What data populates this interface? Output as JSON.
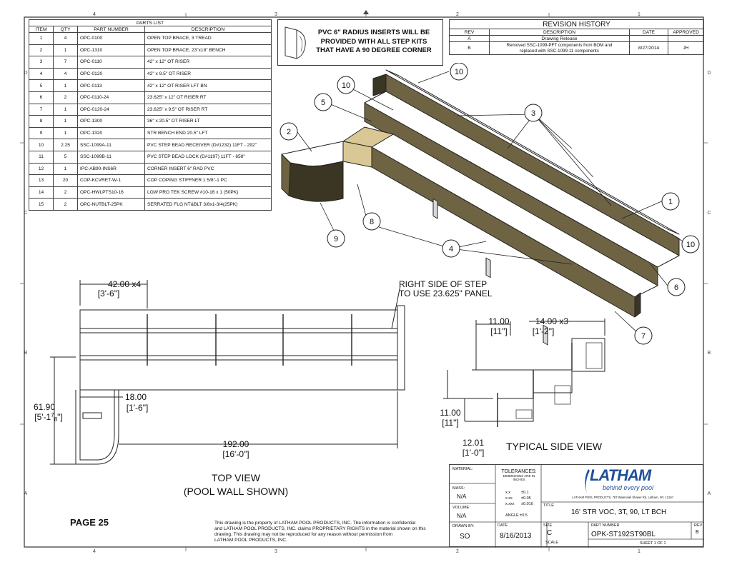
{
  "parts_list": {
    "title": "PARTS LIST",
    "headers": [
      "ITEM",
      "QTY",
      "PART NUMBER",
      "DESCRIPTION"
    ],
    "rows": [
      [
        "1",
        "4",
        "OPC-0100",
        "OPEN TOP BRACE, 3 TREAD"
      ],
      [
        "2",
        "1",
        "OPC-1310",
        "OPEN TOP BRACE, 23\"x18\" BENCH"
      ],
      [
        "3",
        "7",
        "OPC-0110",
        "42\" x 12\" OT RISER"
      ],
      [
        "4",
        "4",
        "OPC-0120",
        "42\" x 9.5\" OT RISER"
      ],
      [
        "5",
        "1",
        "OPC-0113",
        "42\" x 12\" OT RISER LFT BN"
      ],
      [
        "6",
        "2",
        "OPC-0110-24",
        "23.625\" x 12\" OT RISER RT"
      ],
      [
        "7",
        "1",
        "OPC-0120-24",
        "23.625\" x 9.5\" OT RISER RT"
      ],
      [
        "8",
        "1",
        "OPC-1300",
        "36\" x 20.5\" OT RISER LT"
      ],
      [
        "9",
        "1",
        "OPC-1320",
        "STR BENCH END 20.5\" LFT"
      ],
      [
        "10",
        "2.25",
        "SSC-1099A-11",
        "PVC STEP BEAD RECEIVER (D#1232) 11FT - 292\""
      ],
      [
        "11",
        "5",
        "SSC-1099B-11",
        "PVC STEP BEAD LOCK (D#1197) 11FT - 658\""
      ],
      [
        "12",
        "1",
        "IPC-AB90-INS6R",
        "CORNER INSERT 6\" RAD PVC"
      ],
      [
        "13",
        "20",
        "COP-KCVRET-W-1",
        "COP COPING STIFFNER 1 5/8\"-1 PC"
      ],
      [
        "14",
        "2",
        "OPC-HWLPTS10-16",
        "LOW PRO TEK SCREW #10-16 x 1 (50PK)"
      ],
      [
        "15",
        "2",
        "OPC-NUTBLT-25PK",
        "SERRATED FLG NT&BLT 3/8x1-3/4(25PK)"
      ]
    ]
  },
  "note": {
    "line1": "PVC 6\" RADIUS INSERTS WILL BE",
    "line2": "PROVIDED WITH ALL STEP KITS",
    "line3": "THAT HAVE A 90 DEGREE CORNER"
  },
  "revision_history": {
    "title": "REVISION HISTORY",
    "headers": [
      "REV",
      "DESCRIPTION",
      "DATE",
      "APPROVED"
    ],
    "rows": [
      {
        "rev": "A",
        "desc1": "Drawing Release",
        "desc2": "",
        "date": "",
        "approved": ""
      },
      {
        "rev": "B",
        "desc1": "Removed SSC-1099-PFT components from BOM and",
        "desc2": "replaced with SSC-1099-11 components",
        "date": "8/27/2014",
        "approved": "JH"
      }
    ]
  },
  "zones": {
    "top": [
      "4",
      "3",
      "2",
      "1"
    ],
    "bottom": [
      "4",
      "3",
      "2",
      "1"
    ],
    "side": [
      "D",
      "C",
      "B",
      "A"
    ]
  },
  "iso_balloons": [
    "10",
    "10",
    "5",
    "3",
    "2",
    "1",
    "10",
    "8",
    "9",
    "4",
    "6",
    "7"
  ],
  "top_view": {
    "dim_width": "42.00",
    "dim_width_mult": "x4",
    "dim_width_ft": "[3'-6\"]",
    "right_note_1": "RIGHT SIDE OF STEP",
    "right_note_2": "TO USE 23.625\" PANEL",
    "dim_bench": "18.00",
    "dim_bench_ft": "[1'-6\"]",
    "dim_height": "61.90",
    "dim_height_ft_a": "[5'-1",
    "dim_height_ft_num": "7",
    "dim_height_ft_den": "8",
    "dim_height_ft_b": "\"]",
    "dim_length": "192.00",
    "dim_length_ft": "[16'-0\"]",
    "title_1": "TOP VIEW",
    "title_2": "(POOL WALL SHOWN)"
  },
  "side_view": {
    "dim_top": "11.00",
    "dim_top_ft": "[11\"]",
    "dim_tread": "14.00",
    "dim_tread_mult": "x3",
    "dim_tread_ft": "[1'-2\"]",
    "dim_rise": "11.00",
    "dim_rise_ft": "[11\"]",
    "dim_bottom": "12.01",
    "dim_bottom_ft": "[1'-0\"]",
    "title": "TYPICAL SIDE VIEW"
  },
  "page_label": "PAGE 25",
  "proprietary_text": [
    "This drawing is the property of LATHAM POOL PRODUCTS, INC. The information is confidential",
    "and LATHAM POOL PRODUCTS, INC. claims PROPRIETARY RIGHTS in the material shown on this",
    "drawing. This drawing may not be reproduced for any reason without permission from",
    "LATHAM POOL PRODUCTS, INC."
  ],
  "title_block": {
    "material_label": "MATERIAL:",
    "mass_label": "MASS:",
    "mass_value": "N/A",
    "volume_label": "VOLUME:",
    "volume_value": "N/A",
    "drawn_label": "DRAWN BY:",
    "drawn_value": "SO",
    "tolerances_title": "TOLERANCES:",
    "tolerances_sub1": "DIMENSIONS ARE IN",
    "tolerances_sub2": "INCHES",
    "tol_rows": [
      [
        "x.x",
        "±0.1"
      ],
      [
        "x.xx",
        "±0.05"
      ],
      [
        "x.xxx",
        "±0.010"
      ]
    ],
    "angle": "ANGLE ±0.5",
    "logo": "LATHAM",
    "logo_tagline": "behind every pool",
    "address": "LATHAM POOL PRODUCTS, 787 Watervliet Shaker Rd, Latham, NY, 12110",
    "title_label": "TITLE",
    "title_value": "16' STR VOC, 3T, 90, LT BCH",
    "date_label": "DATE",
    "date_value": "8/16/2013",
    "size_label": "SIZE",
    "size_value": "C",
    "part_label": "PART NUMBER",
    "part_value": "OPK-ST192ST90BL",
    "rev_label": "REV",
    "rev_value": "B",
    "scale_label": "SCALE",
    "sheet": "SHEET 1  OF 1"
  },
  "colors": {
    "line": "#222222",
    "tan": "#d9c896",
    "panel": "#6e6444",
    "panel_dark": "#3b3524",
    "logo_blue": "#1f4f9a"
  }
}
